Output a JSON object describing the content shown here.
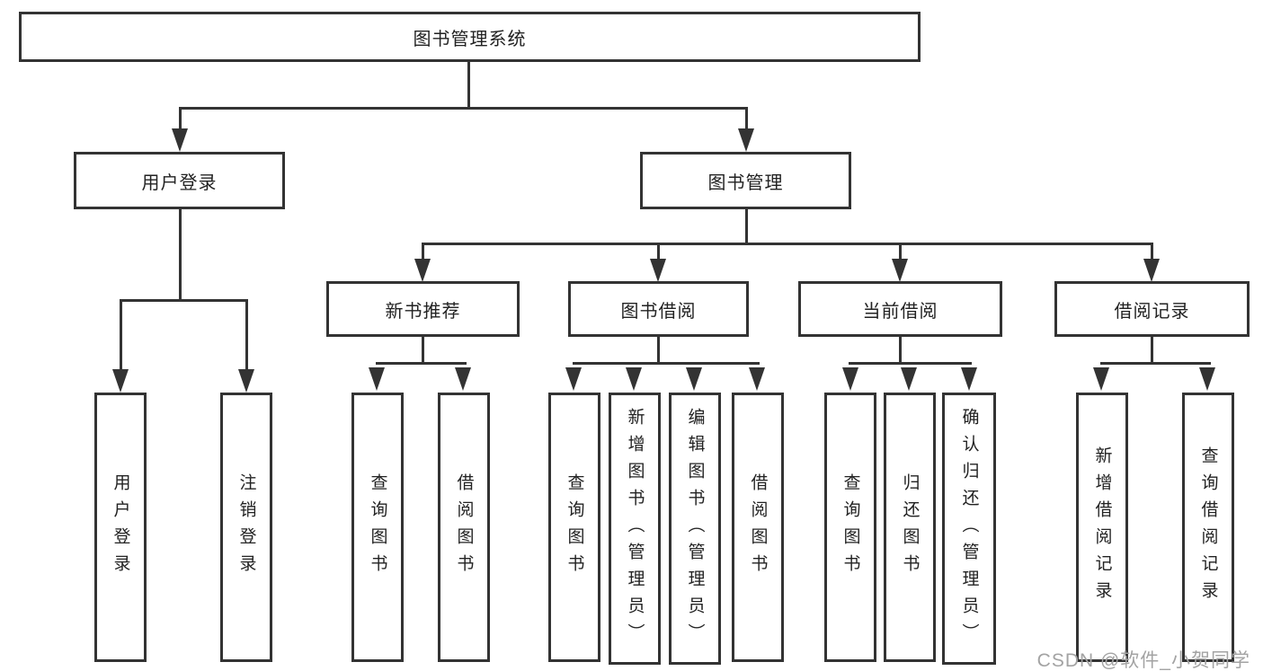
{
  "diagram_title": "图书管理系统",
  "nodes": {
    "system": "图书管理系统",
    "user_login": "用户登录",
    "book_management": "图书管理",
    "new_book_recommend": "新书推荐",
    "book_borrowing": "图书借阅",
    "current_borrowing": "当前借阅",
    "borrowing_records": "借阅记录",
    "user_login_leaf": "用户登录",
    "logout_leaf": "注销登录",
    "query_books_1": "查询图书",
    "borrow_books_1": "借阅图书",
    "query_books_2": "查询图书",
    "add_books_admin": "新增图书（管理员）",
    "edit_books_admin": "编辑图书（管理员）",
    "borrow_books_2": "借阅图书",
    "query_books_3": "查询图书",
    "return_books": "归还图书",
    "confirm_return_admin": "确认归还（管理员）",
    "add_borrow_record": "新增借阅记录",
    "query_borrow_record": "查询借阅记录"
  },
  "hierarchy": {
    "图书管理系统": [
      "用户登录",
      "图书管理"
    ],
    "用户登录": [
      "用户登录",
      "注销登录"
    ],
    "图书管理": [
      "新书推荐",
      "图书借阅",
      "当前借阅",
      "借阅记录"
    ],
    "新书推荐": [
      "查询图书",
      "借阅图书"
    ],
    "图书借阅": [
      "查询图书",
      "新增图书（管理员）",
      "编辑图书（管理员）",
      "借阅图书"
    ],
    "当前借阅": [
      "查询图书",
      "归还图书",
      "确认归还（管理员）"
    ],
    "借阅记录": [
      "新增借阅记录",
      "查询借阅记录"
    ]
  },
  "watermark": "CSDN @软件_小贺同学",
  "colors": {
    "line": "#333333",
    "text": "#222222",
    "watermark": "#a3a3a3",
    "background": "#ffffff"
  }
}
